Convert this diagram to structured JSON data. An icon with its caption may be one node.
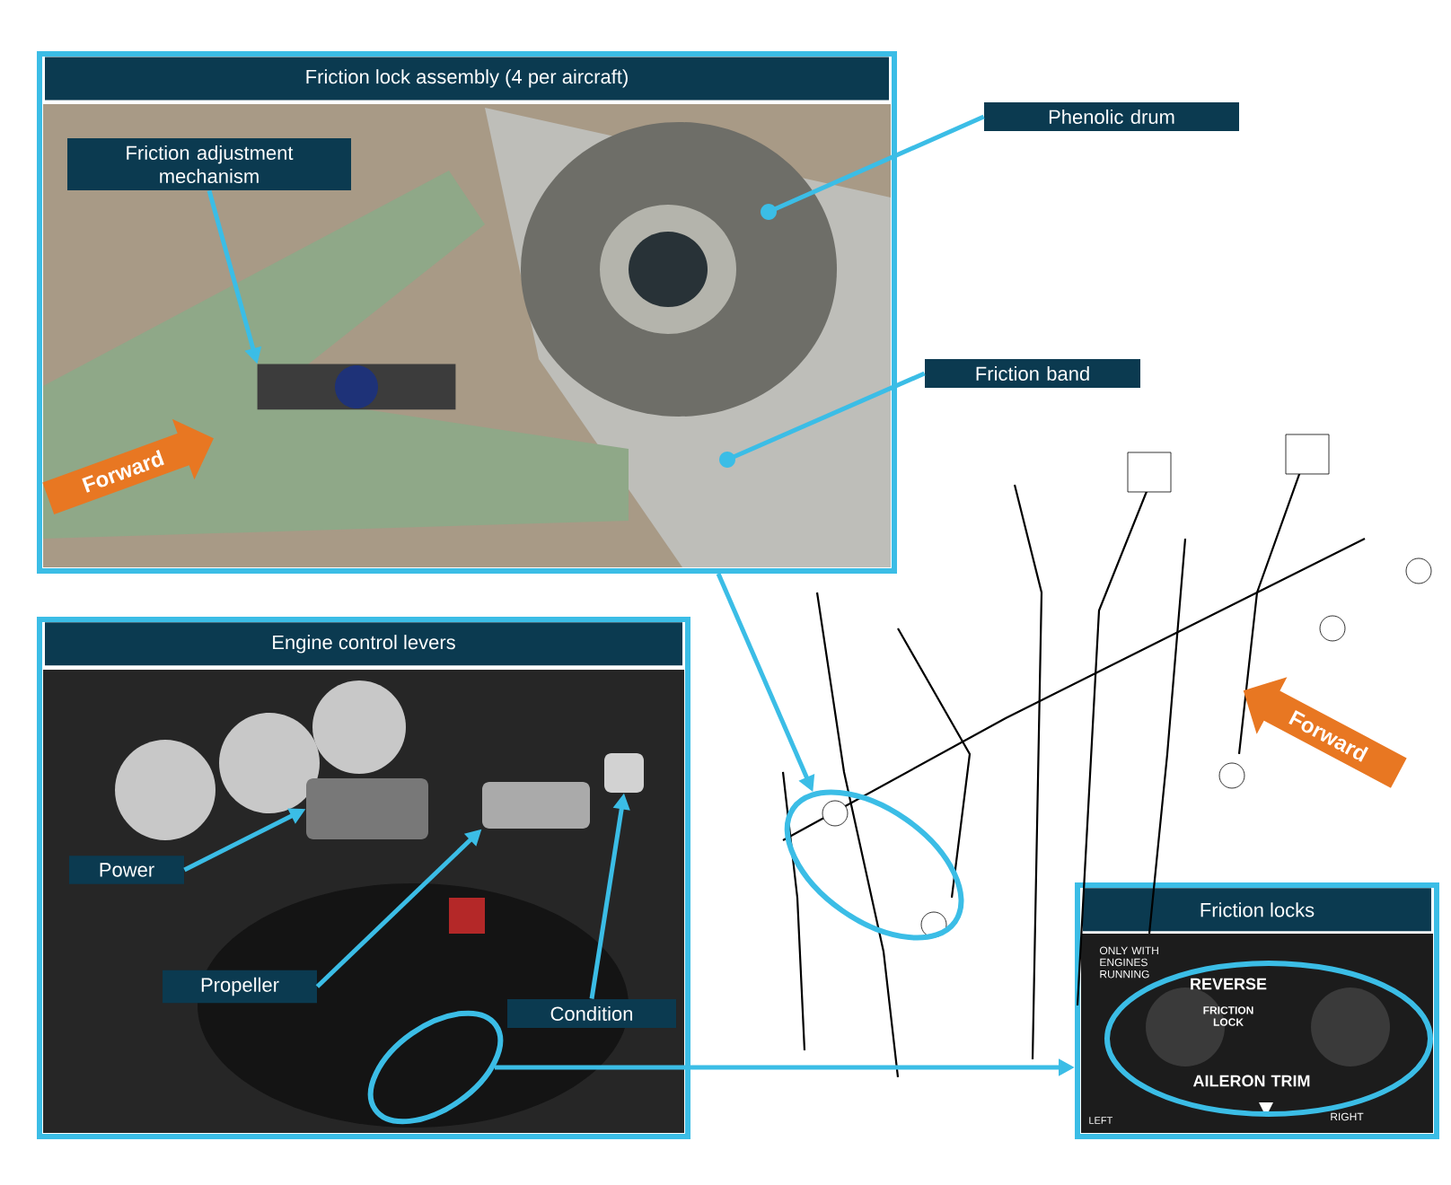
{
  "diagram": {
    "nodes": [
      {
        "text": [
          "Friction lock assembly (4 per aircraft)"
        ]
      },
      {
        "text": [
          "Friction adjustment mechanism"
        ],
        "in": 0
      },
      {
        "text": [
          "Phenolic drum"
        ]
      },
      {
        "text": [
          "Friction band"
        ]
      },
      {
        "text": [
          "Forward"
        ],
        "in": 0
      },
      {
        "text": [
          "Engine control levers"
        ]
      },
      {
        "text": [
          "Power"
        ],
        "in": 5
      },
      {
        "text": [
          "Propeller"
        ],
        "in": 5
      },
      {
        "text": [
          "Condition"
        ],
        "in": 5
      },
      {
        "text": [],
        "shape": "ellipse",
        "in": 5
      },
      {
        "text": [
          "Friction locks"
        ]
      },
      {
        "text": [],
        "shape": "ellipse",
        "in": 10
      },
      {
        "text": [],
        "shape": "picture"
      },
      {
        "text": [],
        "shape": "ellipse",
        "in": 12
      },
      {
        "text": [
          "Forward"
        ],
        "in": 12
      },
      {
        "text": [],
        "shape": "box",
        "in": 5
      },
      {
        "text": [],
        "shape": "box",
        "in": 5
      },
      {
        "text": [],
        "shape": "box",
        "in": 5
      },
      {
        "text": [],
        "shape": "picture",
        "in": 0
      }
    ],
    "edges": [
      {
        "from": 1,
        "to": 18,
        "arrow": "to"
      },
      {
        "from": 2,
        "to": null,
        "arrow": "other"
      },
      {
        "from": 3,
        "to": null,
        "arrow": "other"
      },
      {
        "from": 6,
        "to": 15,
        "arrow": "to"
      },
      {
        "from": 7,
        "to": 16,
        "arrow": "to"
      },
      {
        "from": 8,
        "to": 17,
        "arrow": "to"
      },
      {
        "from": 9,
        "to": 10,
        "arrow": "to"
      },
      {
        "from": 0,
        "to": 13,
        "arrow": "to"
      }
    ],
    "labels": [
      "ONLY WITH ENGINES RUNNING",
      "REVERSE",
      "FRICTION LOCK",
      "AILERON TRIM",
      "LEFT",
      "RIGHT"
    ]
  }
}
